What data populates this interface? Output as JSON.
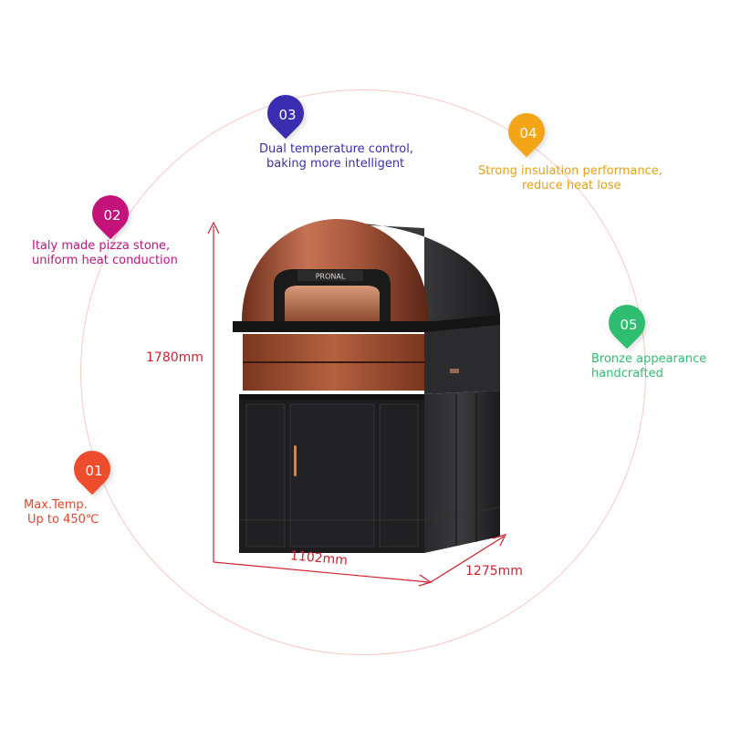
{
  "features": [
    {
      "number": "01",
      "lines": [
        "Max.Temp.",
        "Up to 450℃"
      ],
      "color": "#ee4d2d"
    },
    {
      "number": "02",
      "lines": [
        "Italy made pizza stone,",
        "uniform heat conduction"
      ],
      "color": "#c4127b"
    },
    {
      "number": "03",
      "lines": [
        "Dual temperature control,",
        "baking more intelligent"
      ],
      "color": "#3b2db0"
    },
    {
      "number": "04",
      "lines": [
        "Strong insulation performance,",
        "reduce heat lose"
      ],
      "color": "#f2a516"
    },
    {
      "number": "05",
      "lines": [
        "Bronze appearance",
        "handcrafted"
      ],
      "color": "#2fbd72"
    }
  ],
  "dimensions": {
    "height": "1780mm",
    "width": "1102mm",
    "depth": "1275mm",
    "color": "#d0202f"
  },
  "oven": {
    "brand": "PRONAL",
    "bronze_color": "#a8583c",
    "body_color": "#1c1c1e"
  }
}
